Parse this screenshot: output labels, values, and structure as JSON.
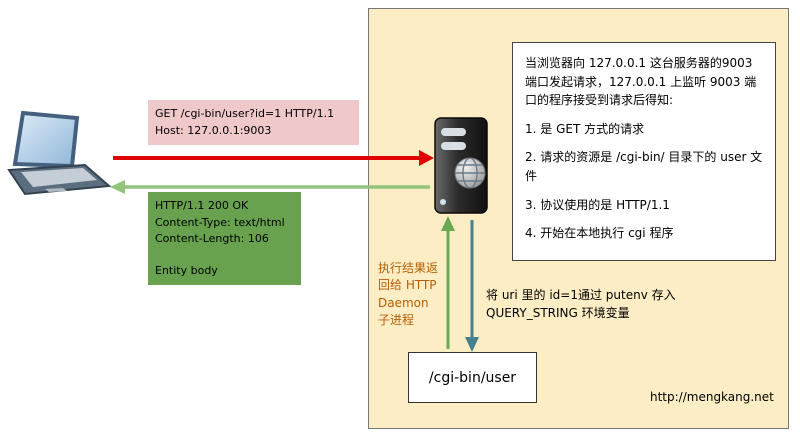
{
  "request_box": {
    "lines": [
      "GET /cgi-bin/user?id=1 HTTP/1.1",
      "Host: 127.0.0.1:9003"
    ]
  },
  "response_box": {
    "lines": [
      "HTTP/1.1 200 OK",
      "Content-Type: text/html",
      "Content-Length: 106",
      "",
      "Entity body"
    ]
  },
  "info_box": {
    "intro": "当浏览器向 127.0.0.1 这台服务器的9003 端口发起请求，127.0.0.1 上监听 9003 端口的程序接受到请求后得知:",
    "items": [
      "1. 是 GET 方式的请求",
      "2. 请求的资源是 /cgi-bin/ 目录下的 user 文件",
      "3. 协议使用的是 HTTP/1.1",
      "4. 开始在本地执行 cgi 程序"
    ]
  },
  "labels": {
    "result_return": "执行结果返回给 HTTP Daemon 子进程",
    "env_store": "将 uri 里的 id=1通过 putenv 存入 QUERY_STRING 环境变量",
    "cgi_script": "/cgi-bin/user",
    "site": "http://mengkang.net"
  },
  "colors": {
    "server_area_bg": "#fcedc4",
    "request_box_bg": "#efc8ca",
    "response_box_bg": "#68a24e",
    "request_arrow": "#e00000",
    "response_arrow": "#93c47d",
    "result_arrow": "#6aa84f",
    "env_arrow": "#45818e",
    "result_label_text": "#b45f06"
  }
}
